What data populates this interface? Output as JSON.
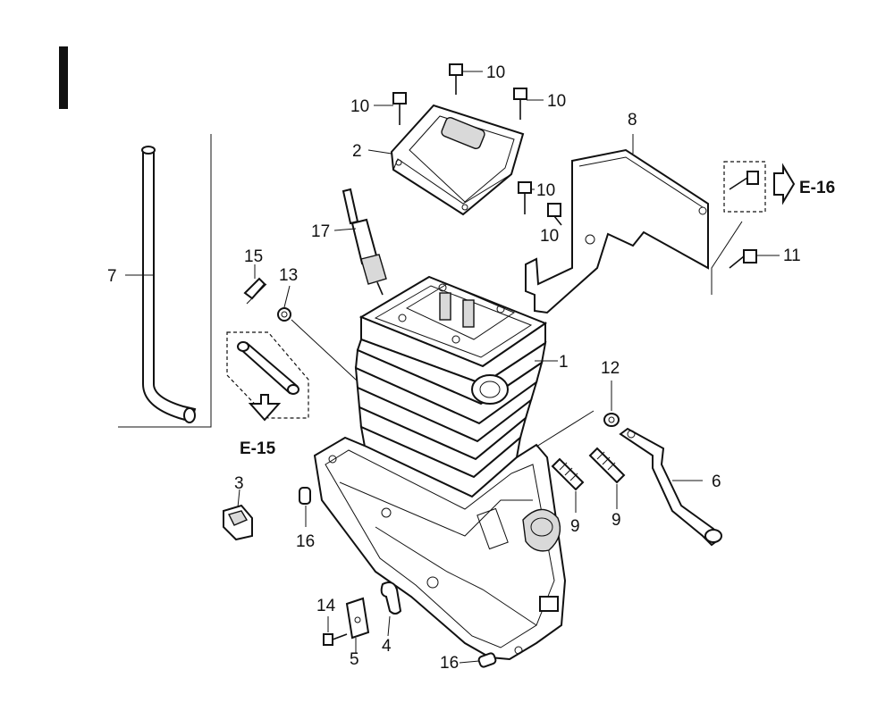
{
  "section_marker": "I",
  "references": {
    "e16": "E-16",
    "e15": "E-15"
  },
  "callouts": {
    "c1": "1",
    "c2": "2",
    "c3": "3",
    "c4": "4",
    "c5": "5",
    "c6": "6",
    "c7": "7",
    "c8": "8",
    "c9a": "9",
    "c9b": "9",
    "c10a": "10",
    "c10b": "10",
    "c10c": "10",
    "c10d": "10",
    "c10e": "10",
    "c11": "11",
    "c12": "12",
    "c13": "13",
    "c14": "14",
    "c15": "15",
    "c16a": "16",
    "c16b": "16",
    "c17": "17"
  },
  "colors": {
    "ink": "#111111",
    "paper": "#ffffff",
    "shade": "#d9d9d9"
  }
}
